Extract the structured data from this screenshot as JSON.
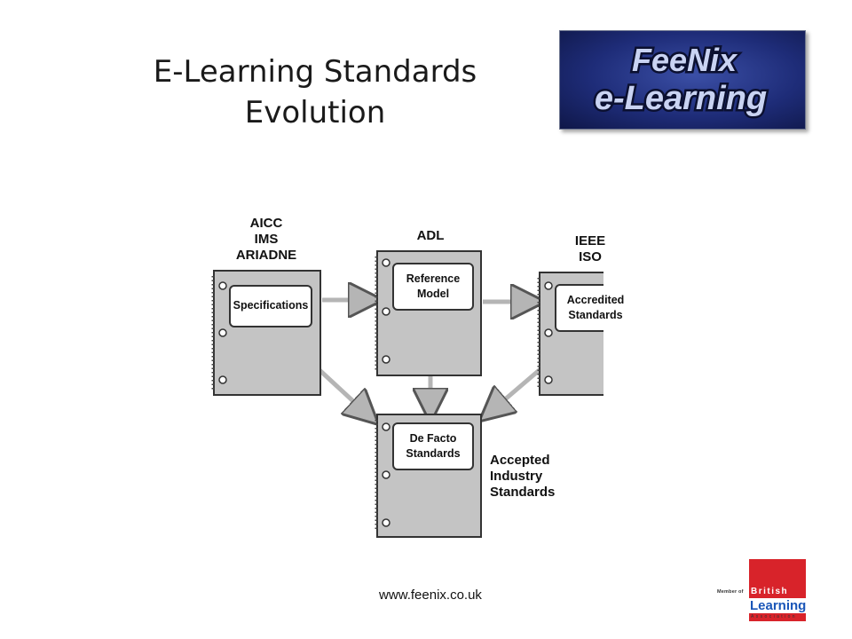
{
  "title": {
    "line1": "E-Learning Standards",
    "line2": "Evolution"
  },
  "logo": {
    "line1": "FeeNix",
    "line2": "e-Learning",
    "color_bg": "#1e2c78",
    "color_text": "#c9d3f2"
  },
  "diagram": {
    "bodies": {
      "left": [
        "AICC",
        "IMS",
        "ARIADNE"
      ],
      "middle": [
        "ADL"
      ],
      "right": [
        "IEEE",
        "ISO"
      ]
    },
    "cards": {
      "specifications": "Specifications",
      "reference_model": [
        "Reference",
        "Model"
      ],
      "accredited_standards": [
        "Accredited",
        "Standards"
      ],
      "de_facto_standards": [
        "De Facto",
        "Standards"
      ]
    },
    "outcome": [
      "Accepted",
      "Industry",
      "Standards"
    ],
    "colors": {
      "notebook": "#c4c4c4",
      "arrow": "#b5b5b5"
    }
  },
  "footer": {
    "url": "www.feenix.co.uk",
    "bla": {
      "member": "Member of",
      "british": "British",
      "learning": "Learning",
      "association": "Association",
      "color_red": "#d8232a"
    }
  }
}
